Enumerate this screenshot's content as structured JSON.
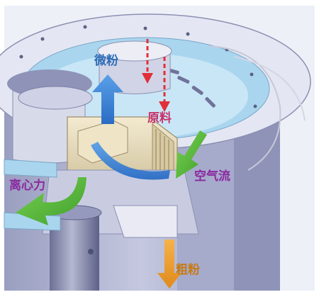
{
  "labels": {
    "fine_powder": "微粉",
    "raw_material": "原料",
    "centrifugal_force": "离心力",
    "airflow": "空气流",
    "coarse_powder": "粗粉"
  },
  "arrows": [
    {
      "name": "fine-powder-arrow",
      "color": "#3a7fd0",
      "direction": "up"
    },
    {
      "name": "raw-material-arrow",
      "color": "#e0303a",
      "direction": "down"
    },
    {
      "name": "airflow-arrow",
      "color": "#5fbf3f",
      "direction": "down-left"
    },
    {
      "name": "centrifugal-force-arrow",
      "color": "#5fbf3f",
      "direction": "left"
    },
    {
      "name": "coarse-powder-arrow",
      "color": "#f0a030",
      "direction": "down"
    }
  ],
  "colors": {
    "housing": "#b9bdd6",
    "housing_dark": "#7d81a6",
    "rotor": "#e9dcb8",
    "ring_top": "#eef0f8",
    "ring_inner": "#a9d6ee"
  }
}
